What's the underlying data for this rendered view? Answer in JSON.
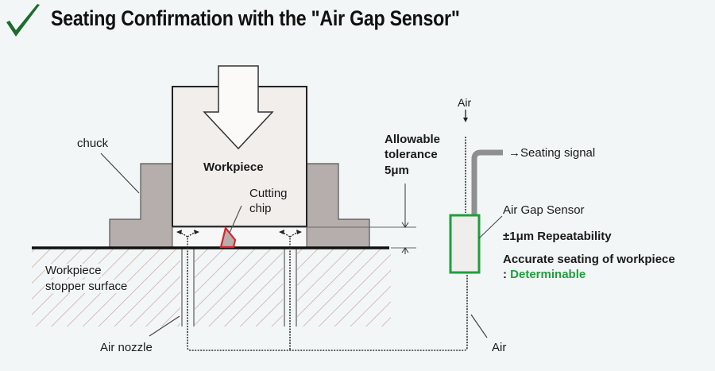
{
  "title": "Seating Confirmation with the \"Air Gap Sensor\"",
  "title_icon": "checkmark-icon",
  "labels": {
    "chuck": "chuck",
    "workpiece": "Workpiece",
    "cutting_chip_line1": "Cutting",
    "cutting_chip_line2": "chip",
    "stopper_line1": "Workpiece",
    "stopper_line2": "stopper surface",
    "air_nozzle": "Air nozzle",
    "air_top": "Air",
    "air_bottom": "Air",
    "tolerance_line1": "Allowable",
    "tolerance_line2": "tolerance",
    "tolerance_line3": "5μm",
    "seating_signal": "→Seating signal",
    "sensor_name": "Air Gap Sensor",
    "repeatability": "±1μm Repeatability",
    "accurate_seating": "Accurate seating of workpiece",
    "determinable_prefix": ": ",
    "determinable": "Determinable"
  },
  "colors": {
    "check_green": "#1e6b2e",
    "sensor_green": "#1f9e3c",
    "chip_red": "#e0202a",
    "chuck_fill": "#b5aeac",
    "hatch": "#c9a8a0",
    "signal_grey": "#8f8f8f"
  }
}
